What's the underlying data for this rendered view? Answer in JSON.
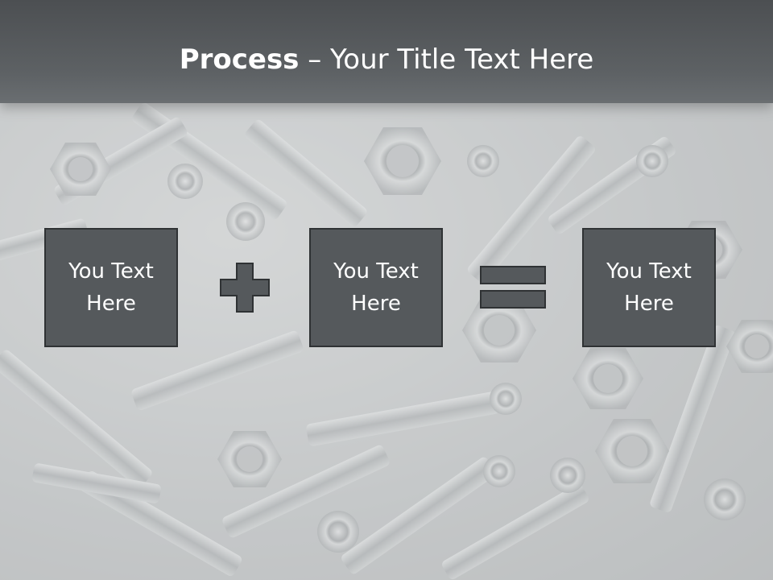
{
  "slide": {
    "title_bold": "Process",
    "title_rest": " – Your Title Text Here"
  },
  "boxes": [
    {
      "text": "You Text Here"
    },
    {
      "text": "You Text Here"
    },
    {
      "text": "You Text Here"
    }
  ],
  "operators": [
    "plus-icon",
    "equals-icon"
  ],
  "colors": {
    "header": "#54585b",
    "box_fill": "#55595c",
    "box_border": "#2f3234",
    "operator_fill": "#55595c",
    "title_text": "#ffffff"
  }
}
